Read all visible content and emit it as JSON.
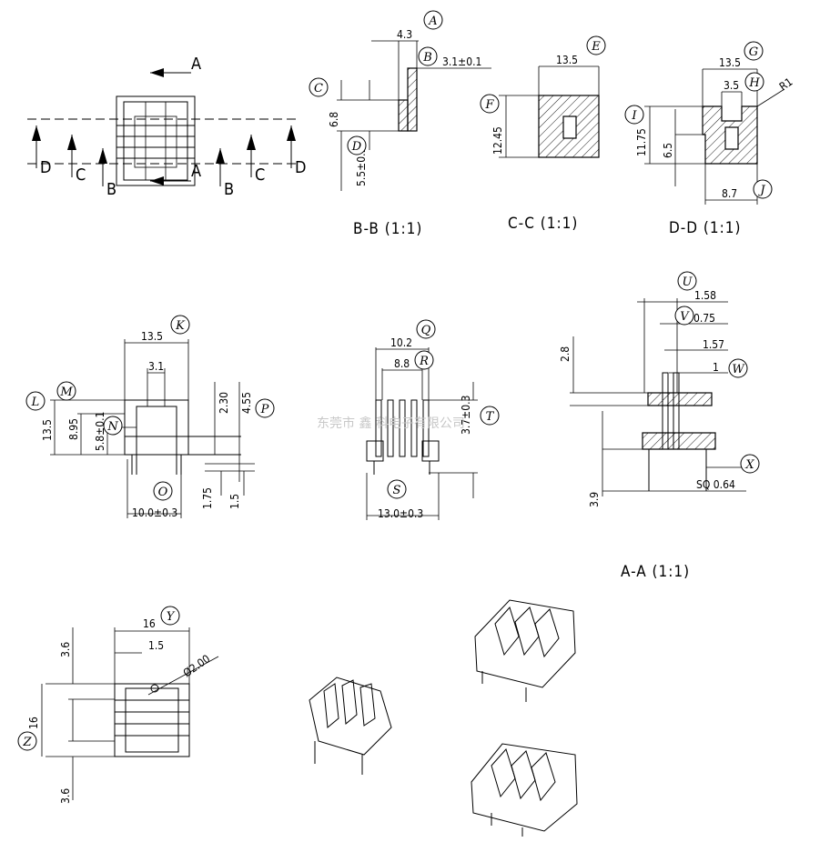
{
  "views": {
    "bb": {
      "title": "B-B (1:1)",
      "dims": {
        "a": "4.3",
        "b": "3.1±0.1",
        "c": "6.8",
        "d": "5.5±0.1"
      }
    },
    "cc": {
      "title": "C-C (1:1)",
      "dims": {
        "e": "13.5",
        "f": "12.45"
      }
    },
    "dd": {
      "title": "D-D (1:1)",
      "dims": {
        "g": "13.5",
        "h": "3.5",
        "r": "R1",
        "i": "11.75",
        "j": "6.5",
        "k": "8.7"
      }
    },
    "front": {
      "dims": {
        "k": "13.5",
        "k2": "3.1",
        "l": "13.5",
        "m": "8.95",
        "n": "5.8±0.1",
        "p1": "2.30",
        "p2": "4.55",
        "o": "10.0±0.3",
        "o2": "1.75",
        "o3": "1.5"
      }
    },
    "side": {
      "dims": {
        "q": "10.2",
        "r": "8.8",
        "t": "3.7±0.3",
        "s": "13.0±0.3"
      }
    },
    "aa": {
      "title": "A-A (1:1)",
      "dims": {
        "u": "1.58",
        "v": "0.75",
        "w1": "1.57",
        "w": "1",
        "h": "2.8",
        "h2": "3.9",
        "x": "SQ 0.64"
      }
    },
    "top": {
      "dims": {
        "y": "16",
        "y2": "1.5",
        "dia": "Ø2.00",
        "z": "16",
        "top": "3.6",
        "bottom": "3.6"
      }
    }
  },
  "section_marks": [
    "A",
    "A",
    "B",
    "B",
    "C",
    "C",
    "D",
    "D"
  ],
  "callouts": [
    "A",
    "B",
    "C",
    "D",
    "E",
    "F",
    "G",
    "H",
    "I",
    "J",
    "K",
    "L",
    "M",
    "N",
    "O",
    "P",
    "Q",
    "R",
    "S",
    "T",
    "U",
    "V",
    "W",
    "X",
    "Y",
    "Z"
  ],
  "watermark": "东莞市 鑫 科电子有限公司"
}
